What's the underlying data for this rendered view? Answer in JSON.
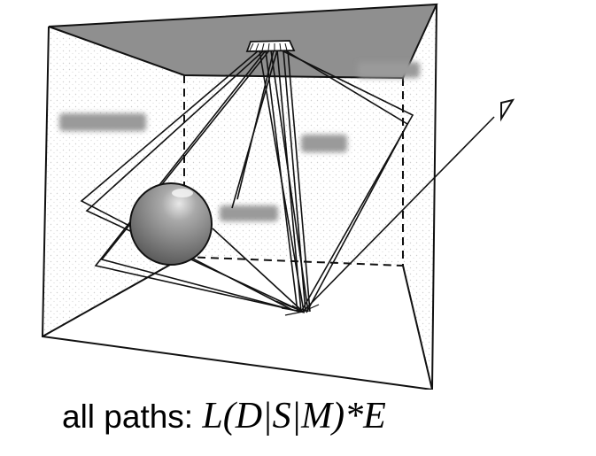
{
  "caption": {
    "prefix": "all paths: ",
    "formula": "L(D|S|M)*E"
  },
  "scene": {
    "colors": {
      "ink": "#111111",
      "ceiling": "#8f8f8f",
      "wall_stipple": "#d9d9d9",
      "sphere_light": "#bdbdbd",
      "sphere_dark": "#5a5a5a",
      "blur_label": "#9a9a9a"
    },
    "icons": [
      "light-source-icon",
      "eye-icon",
      "specular-sphere"
    ],
    "blurred_labels": [
      "blurred-label-right-wall",
      "blurred-label-left-wall",
      "blurred-label-back-wall",
      "blurred-label-sphere"
    ]
  }
}
